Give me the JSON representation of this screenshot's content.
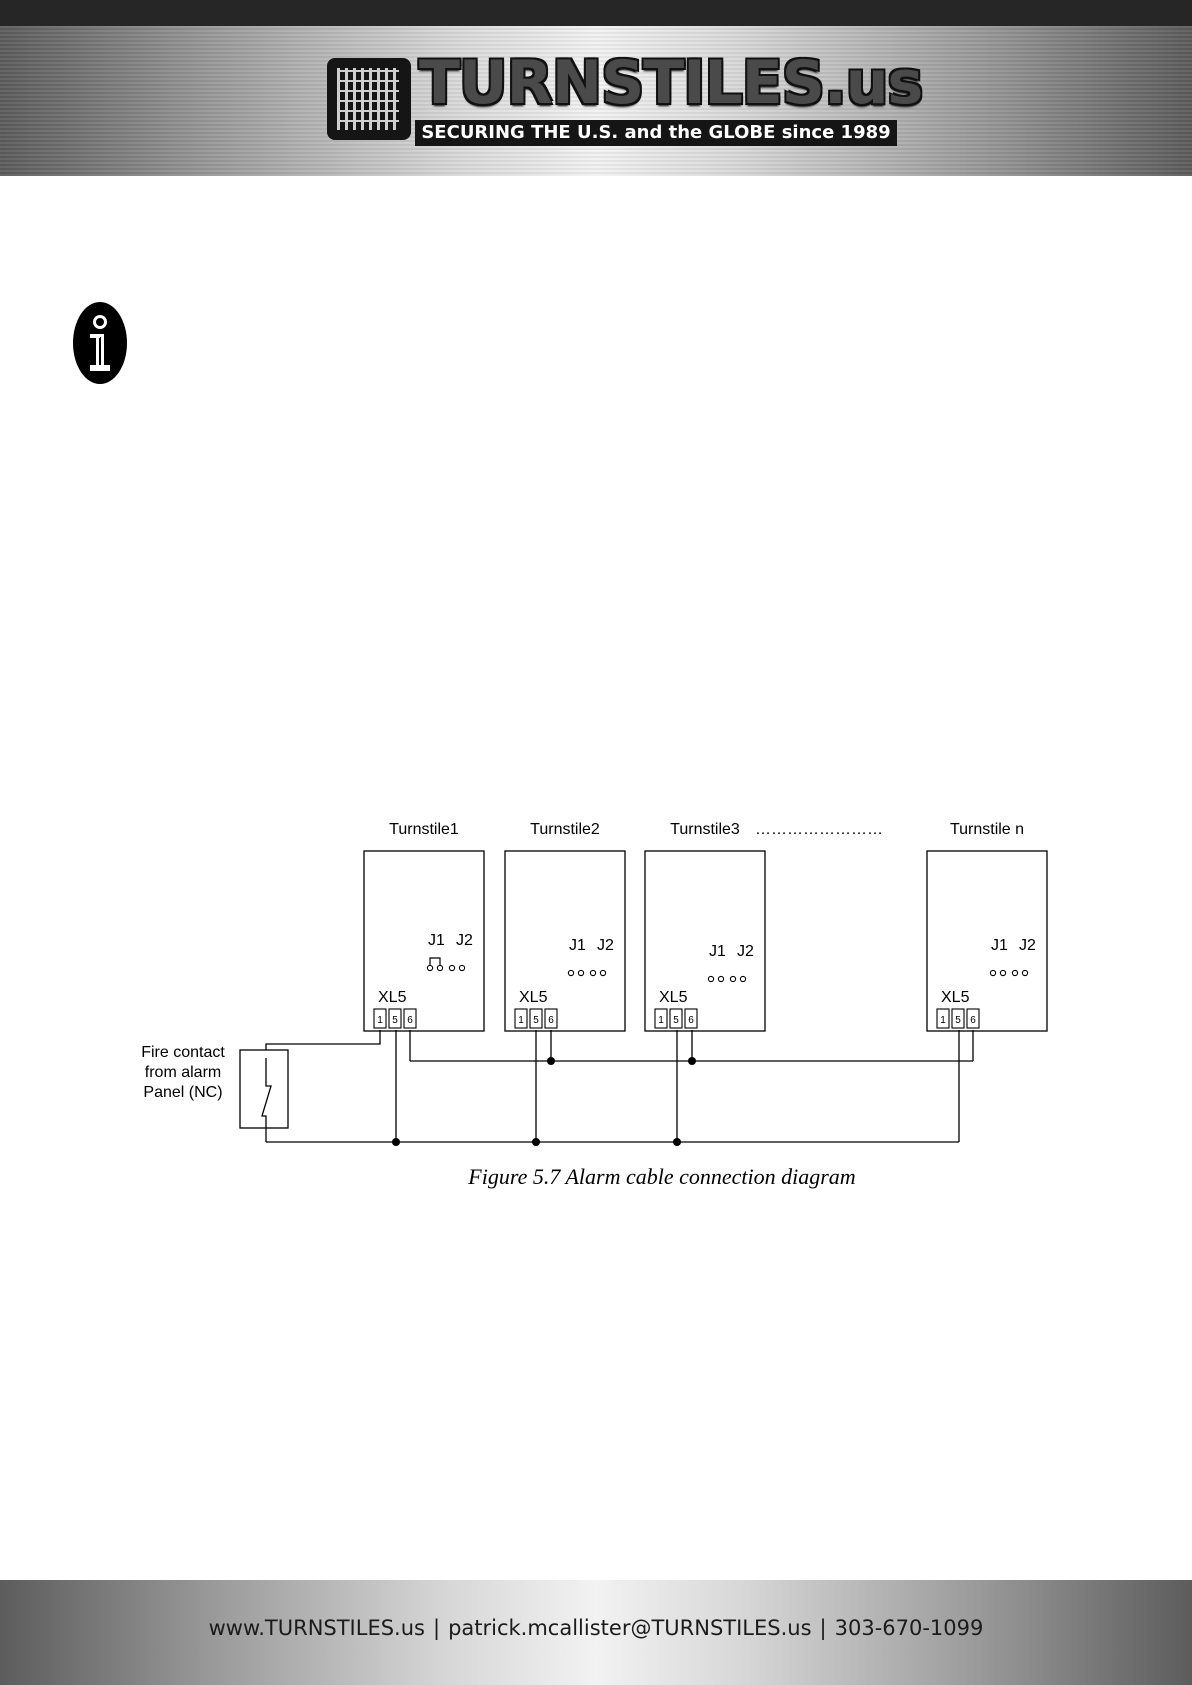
{
  "header": {
    "brand": "TURNSTILES.us",
    "tagline": "SECURING THE U.S. and the GLOBE since 1989"
  },
  "diagram": {
    "turnstiles": [
      {
        "name": "Turnstile1",
        "jumper_left": "J1",
        "jumper_right": "J2",
        "connector": "XL5",
        "terminals": [
          "1",
          "5",
          "6"
        ],
        "j1_bridged": true
      },
      {
        "name": "Turnstile2",
        "jumper_left": "J1",
        "jumper_right": "J2",
        "connector": "XL5",
        "terminals": [
          "1",
          "5",
          "6"
        ],
        "j1_bridged": false
      },
      {
        "name": "Turnstile3",
        "jumper_left": "J1",
        "jumper_right": "J2",
        "connector": "XL5",
        "terminals": [
          "1",
          "5",
          "6"
        ],
        "j1_bridged": false
      },
      {
        "name": "Turnstile n",
        "jumper_left": "J1",
        "jumper_right": "J2",
        "connector": "XL5",
        "terminals": [
          "1",
          "5",
          "6"
        ],
        "j1_bridged": false
      }
    ],
    "ellipsis": "……………………",
    "fire_contact_lines": [
      "Fire contact",
      "from alarm",
      "Panel (NC)"
    ],
    "caption": "Figure 5.7 Alarm cable connection diagram"
  },
  "footer": {
    "website": "www.TURNSTILES.us",
    "email": "patrick.mcallister@TURNSTILES.us",
    "phone": "303-670-1099",
    "separator": "|"
  }
}
